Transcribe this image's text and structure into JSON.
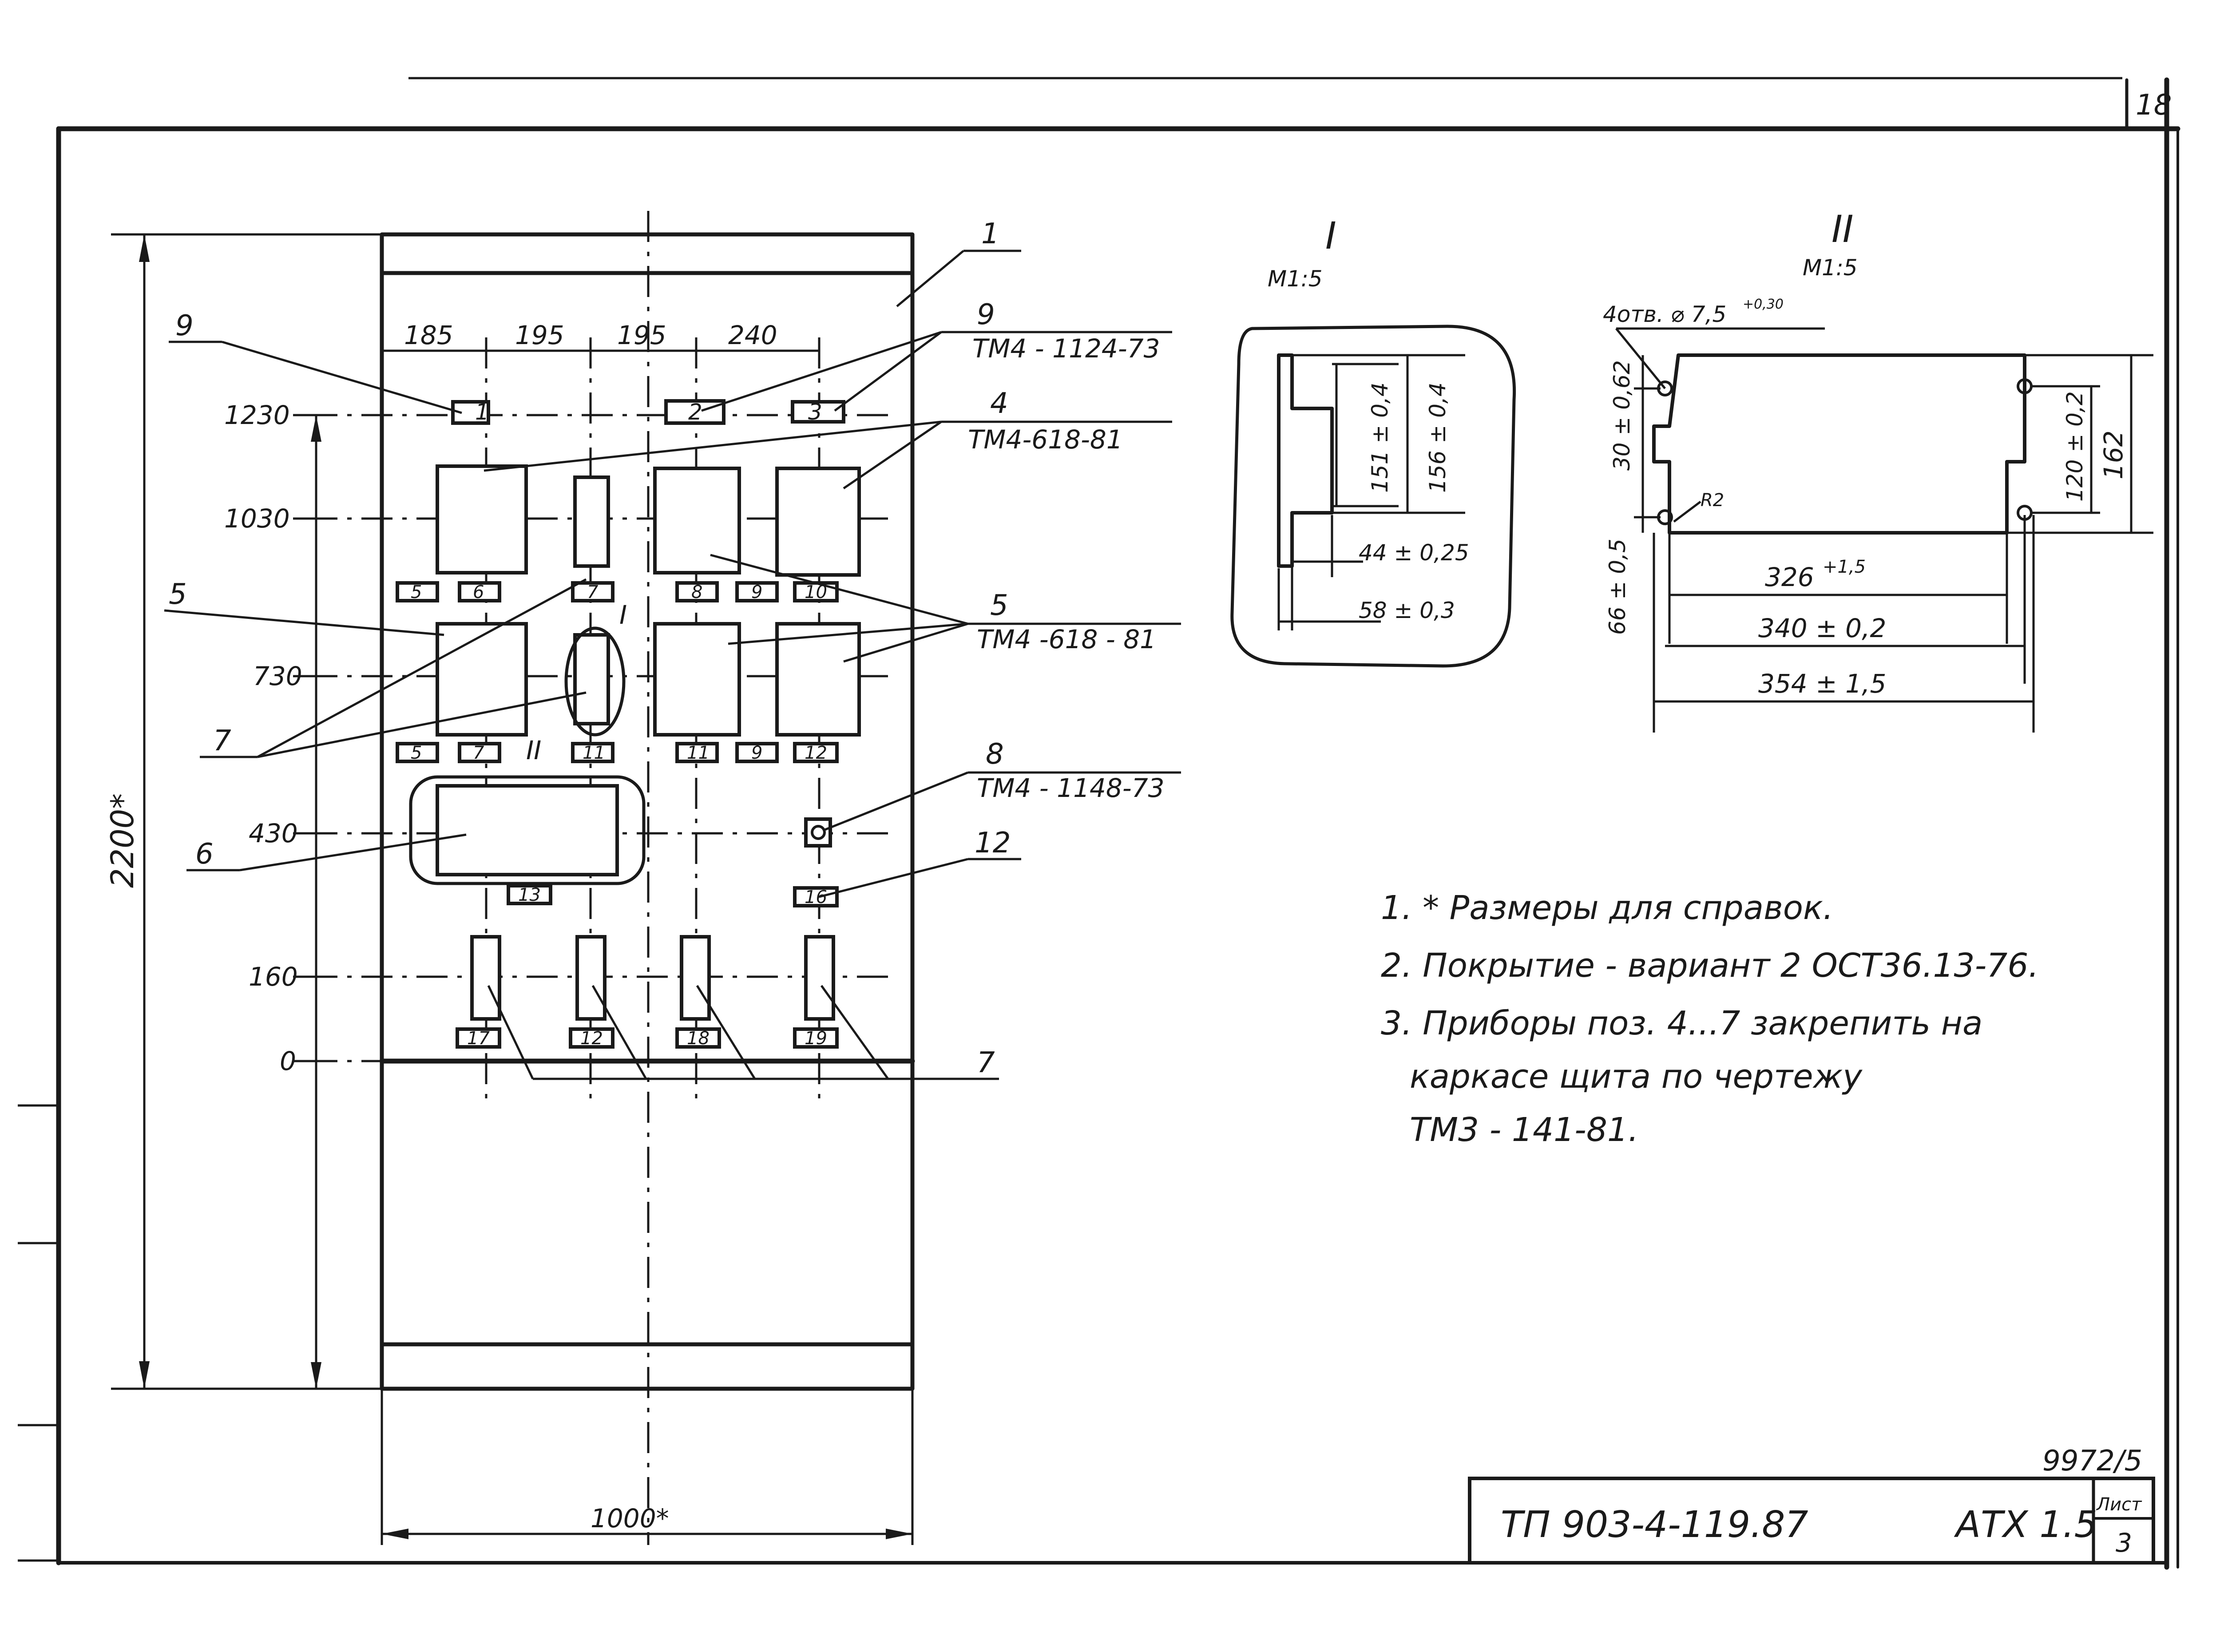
{
  "sheet": {
    "page_number": "18",
    "stamp_number": "9972/5",
    "doc_code": "ТП 903-4-119.87",
    "section": "АТХ 1.5",
    "sheet_label": "Лист",
    "sheet_no": "3"
  },
  "panel": {
    "overall_height": "2200*",
    "overall_width": "1000*",
    "spacings": [
      "185",
      "195",
      "195",
      "240"
    ],
    "levels": [
      "1230",
      "1030",
      "730",
      "430",
      "160",
      "0"
    ],
    "cutout_tags": [
      "1",
      "2",
      "3",
      "5",
      "6",
      "7",
      "8",
      "9",
      "10",
      "5",
      "7",
      "11",
      "11",
      "9",
      "12",
      "13",
      "16",
      "17",
      "12",
      "18",
      "19"
    ],
    "view_marks": [
      "I",
      "II"
    ]
  },
  "callouts": [
    {
      "pos": "1"
    },
    {
      "pos": "9"
    },
    {
      "pos": "9",
      "ref": "ТМ4 - 1124-73"
    },
    {
      "pos": "4",
      "ref": "ТМ4-618-81"
    },
    {
      "pos": "5"
    },
    {
      "pos": "5",
      "ref": "ТМ4 -618 - 81"
    },
    {
      "pos": "7"
    },
    {
      "pos": "8",
      "ref": "ТМ4 - 1148-73"
    },
    {
      "pos": "6"
    },
    {
      "pos": "12"
    },
    {
      "pos": "7"
    }
  ],
  "detail_i": {
    "mark": "I",
    "scale": "М1:5",
    "dims": [
      "151 ± 0,4",
      "156 ± 0,4",
      "44 ± 0,25",
      "58 ± 0,3"
    ]
  },
  "detail_ii": {
    "mark": "II",
    "scale": "М1:5",
    "holes_note": "4отв. ⌀ 7,5",
    "holes_tol": "+0,30",
    "dims": [
      "30 ± 0,62",
      "R2",
      "66 ± 0,5",
      "120 ± 0,2",
      "162",
      "326",
      "+1,5",
      "340 ± 0,2",
      "354 ± 1,5"
    ]
  },
  "notes": [
    "1. * Размеры для справок.",
    "2. Покрытие - вариант 2 ОСТ36.13-76.",
    "3. Приборы поз. 4...7 закрепить на",
    "каркасе щита по чертежу",
    "ТМ3 - 141-81."
  ]
}
